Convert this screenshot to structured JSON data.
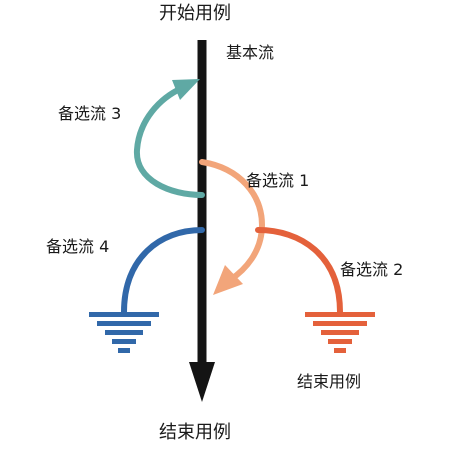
{
  "labels": {
    "start_use_case": "开始用例",
    "basic_flow": "基本流",
    "alt_flow_1": "备选流 1",
    "alt_flow_2": "备选流 2",
    "alt_flow_3": "备选流 3",
    "alt_flow_4": "备选流 4",
    "end_use_case_side": "结束用例",
    "end_use_case_bottom": "结束用例"
  },
  "colors": {
    "basic_flow": "#141414",
    "alt_flow_1": "#F2A57A",
    "alt_flow_2": "#E4613B",
    "alt_flow_3": "#5FA9A4",
    "alt_flow_4": "#3168A9"
  },
  "icons": [
    "end-ground-symbol",
    "arrowhead"
  ]
}
